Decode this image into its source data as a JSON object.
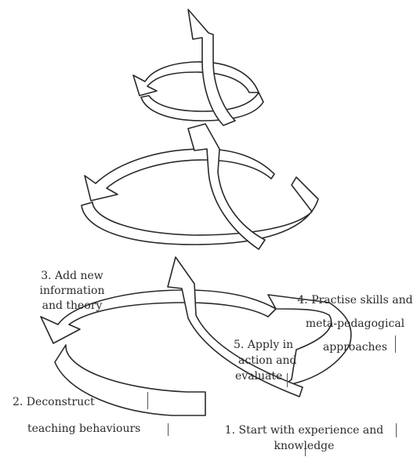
{
  "steps": [
    {
      "line1": "1. Start with experience and",
      "line2": "knowledge"
    },
    {
      "line1": "2. Deconstruct",
      "line2": "teaching behaviours"
    },
    {
      "line1": "3. Add new",
      "line2": "information",
      "line3": "and theory"
    },
    {
      "line1": "4. Practise skills and",
      "line2": "meta-pedagogical",
      "line3": "approaches"
    },
    {
      "line1": "5. Apply in",
      "line2": "action and",
      "line3": "evaluate"
    }
  ]
}
